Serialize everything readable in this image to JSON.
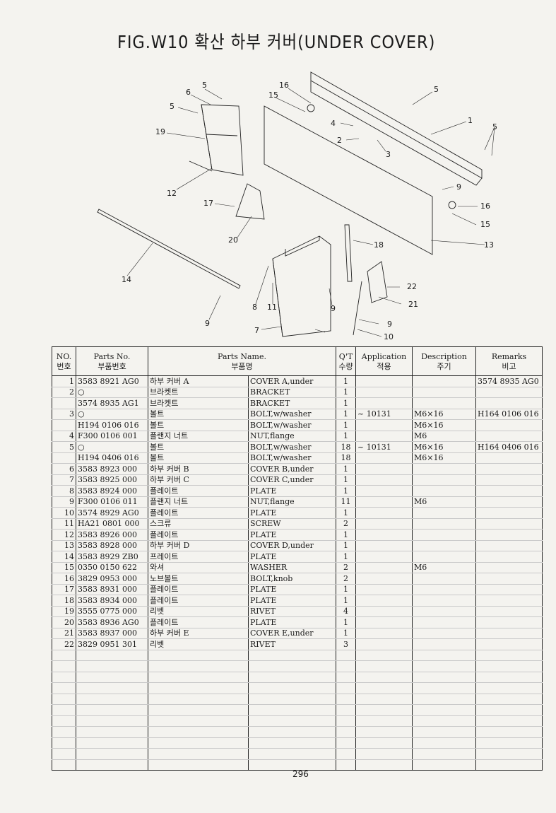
{
  "title": "FIG.W10 확산 하부 커버(UNDER COVER)",
  "diagram_callouts": [
    "1",
    "2",
    "3",
    "4",
    "5",
    "5",
    "5",
    "5",
    "6",
    "7",
    "8",
    "9",
    "9",
    "9",
    "9",
    "10",
    "11",
    "12",
    "13",
    "14",
    "15",
    "15",
    "16",
    "16",
    "17",
    "18",
    "19",
    "20",
    "21",
    "22"
  ],
  "table": {
    "headers": {
      "no": "NO.",
      "no_ko": "번호",
      "parts_no": "Parts No.",
      "parts_no_ko": "부품번호",
      "parts_name": "Parts Name.",
      "parts_name_ko": "부품명",
      "qty": "Q'T",
      "qty_ko": "수량",
      "application": "Application",
      "application_ko": "적용",
      "description": "Description",
      "description_ko": "주기",
      "remarks": "Remarks",
      "remarks_ko": "비고"
    },
    "rows": [
      {
        "no": "1",
        "part": "3583 8921 AG0",
        "ko": "하부 커버 A",
        "en": "COVER A,under",
        "qty": "1",
        "app": "",
        "desc": "",
        "rem": "3574 8935 AG0"
      },
      {
        "no": "2",
        "part": "○",
        "ko": "브라켓트",
        "en": "BRACKET",
        "qty": "1",
        "app": "",
        "desc": "",
        "rem": ""
      },
      {
        "no": "",
        "part": "3574 8935 AG1",
        "ko": "브라켓트",
        "en": "BRACKET",
        "qty": "1",
        "app": "",
        "desc": "",
        "rem": ""
      },
      {
        "no": "3",
        "part": "○",
        "ko": "볼트",
        "en": "BOLT,w/washer",
        "qty": "1",
        "app": "~ 10131",
        "desc": "M6×16",
        "rem": "H164 0106 016"
      },
      {
        "no": "",
        "part": "H194 0106 016",
        "ko": "볼트",
        "en": "BOLT,w/washer",
        "qty": "1",
        "app": "",
        "desc": "M6×16",
        "rem": ""
      },
      {
        "no": "4",
        "part": "F300 0106 001",
        "ko": "플랜지 너트",
        "en": "NUT,flange",
        "qty": "1",
        "app": "",
        "desc": "M6",
        "rem": ""
      },
      {
        "no": "5",
        "part": "○",
        "ko": "볼트",
        "en": "BOLT,w/washer",
        "qty": "18",
        "app": "~ 10131",
        "desc": "M6×16",
        "rem": "H164 0406 016"
      },
      {
        "no": "",
        "part": "H194 0406 016",
        "ko": "볼트",
        "en": "BOLT,w/washer",
        "qty": "18",
        "app": "",
        "desc": "M6×16",
        "rem": ""
      },
      {
        "no": "6",
        "part": "3583 8923 000",
        "ko": "하부 커버 B",
        "en": "COVER B,under",
        "qty": "1",
        "app": "",
        "desc": "",
        "rem": ""
      },
      {
        "no": "7",
        "part": "3583 8925 000",
        "ko": "하부 커버 C",
        "en": "COVER C,under",
        "qty": "1",
        "app": "",
        "desc": "",
        "rem": ""
      },
      {
        "no": "8",
        "part": "3583 8924 000",
        "ko": "플레이트",
        "en": "PLATE",
        "qty": "1",
        "app": "",
        "desc": "",
        "rem": ""
      },
      {
        "no": "9",
        "part": "F300 0106 011",
        "ko": "플랜지 너트",
        "en": "NUT,flange",
        "qty": "11",
        "app": "",
        "desc": "M6",
        "rem": ""
      },
      {
        "no": "10",
        "part": "3574 8929 AG0",
        "ko": "플레이트",
        "en": "PLATE",
        "qty": "1",
        "app": "",
        "desc": "",
        "rem": ""
      },
      {
        "no": "11",
        "part": "HA21 0801 000",
        "ko": "스크류",
        "en": "SCREW",
        "qty": "2",
        "app": "",
        "desc": "",
        "rem": ""
      },
      {
        "no": "12",
        "part": "3583 8926 000",
        "ko": "플레이트",
        "en": "PLATE",
        "qty": "1",
        "app": "",
        "desc": "",
        "rem": ""
      },
      {
        "no": "13",
        "part": "3583 8928 000",
        "ko": "하부 커버 D",
        "en": "COVER D,under",
        "qty": "1",
        "app": "",
        "desc": "",
        "rem": ""
      },
      {
        "no": "14",
        "part": "3583 8929 ZB0",
        "ko": "프레이트",
        "en": "PLATE",
        "qty": "1",
        "app": "",
        "desc": "",
        "rem": ""
      },
      {
        "no": "15",
        "part": "0350 0150 622",
        "ko": "와셔",
        "en": "WASHER",
        "qty": "2",
        "app": "",
        "desc": "M6",
        "rem": ""
      },
      {
        "no": "16",
        "part": "3829 0953 000",
        "ko": "노브볼트",
        "en": "BOLT,knob",
        "qty": "2",
        "app": "",
        "desc": "",
        "rem": ""
      },
      {
        "no": "17",
        "part": "3583 8931 000",
        "ko": "플레이트",
        "en": "PLATE",
        "qty": "1",
        "app": "",
        "desc": "",
        "rem": ""
      },
      {
        "no": "18",
        "part": "3583 8934 000",
        "ko": "플레이트",
        "en": "PLATE",
        "qty": "1",
        "app": "",
        "desc": "",
        "rem": ""
      },
      {
        "no": "19",
        "part": "3555 0775 000",
        "ko": "리벳",
        "en": "RIVET",
        "qty": "4",
        "app": "",
        "desc": "",
        "rem": ""
      },
      {
        "no": "20",
        "part": "3583 8936 AG0",
        "ko": "플레이트",
        "en": "PLATE",
        "qty": "1",
        "app": "",
        "desc": "",
        "rem": ""
      },
      {
        "no": "21",
        "part": "3583 8937 000",
        "ko": "하부 커버 E",
        "en": "COVER E,under",
        "qty": "1",
        "app": "",
        "desc": "",
        "rem": ""
      },
      {
        "no": "22",
        "part": "3829 0951 301",
        "ko": "리벳",
        "en": "RIVET",
        "qty": "3",
        "app": "",
        "desc": "",
        "rem": ""
      }
    ],
    "blank_rows": 11
  },
  "page_number": "296"
}
